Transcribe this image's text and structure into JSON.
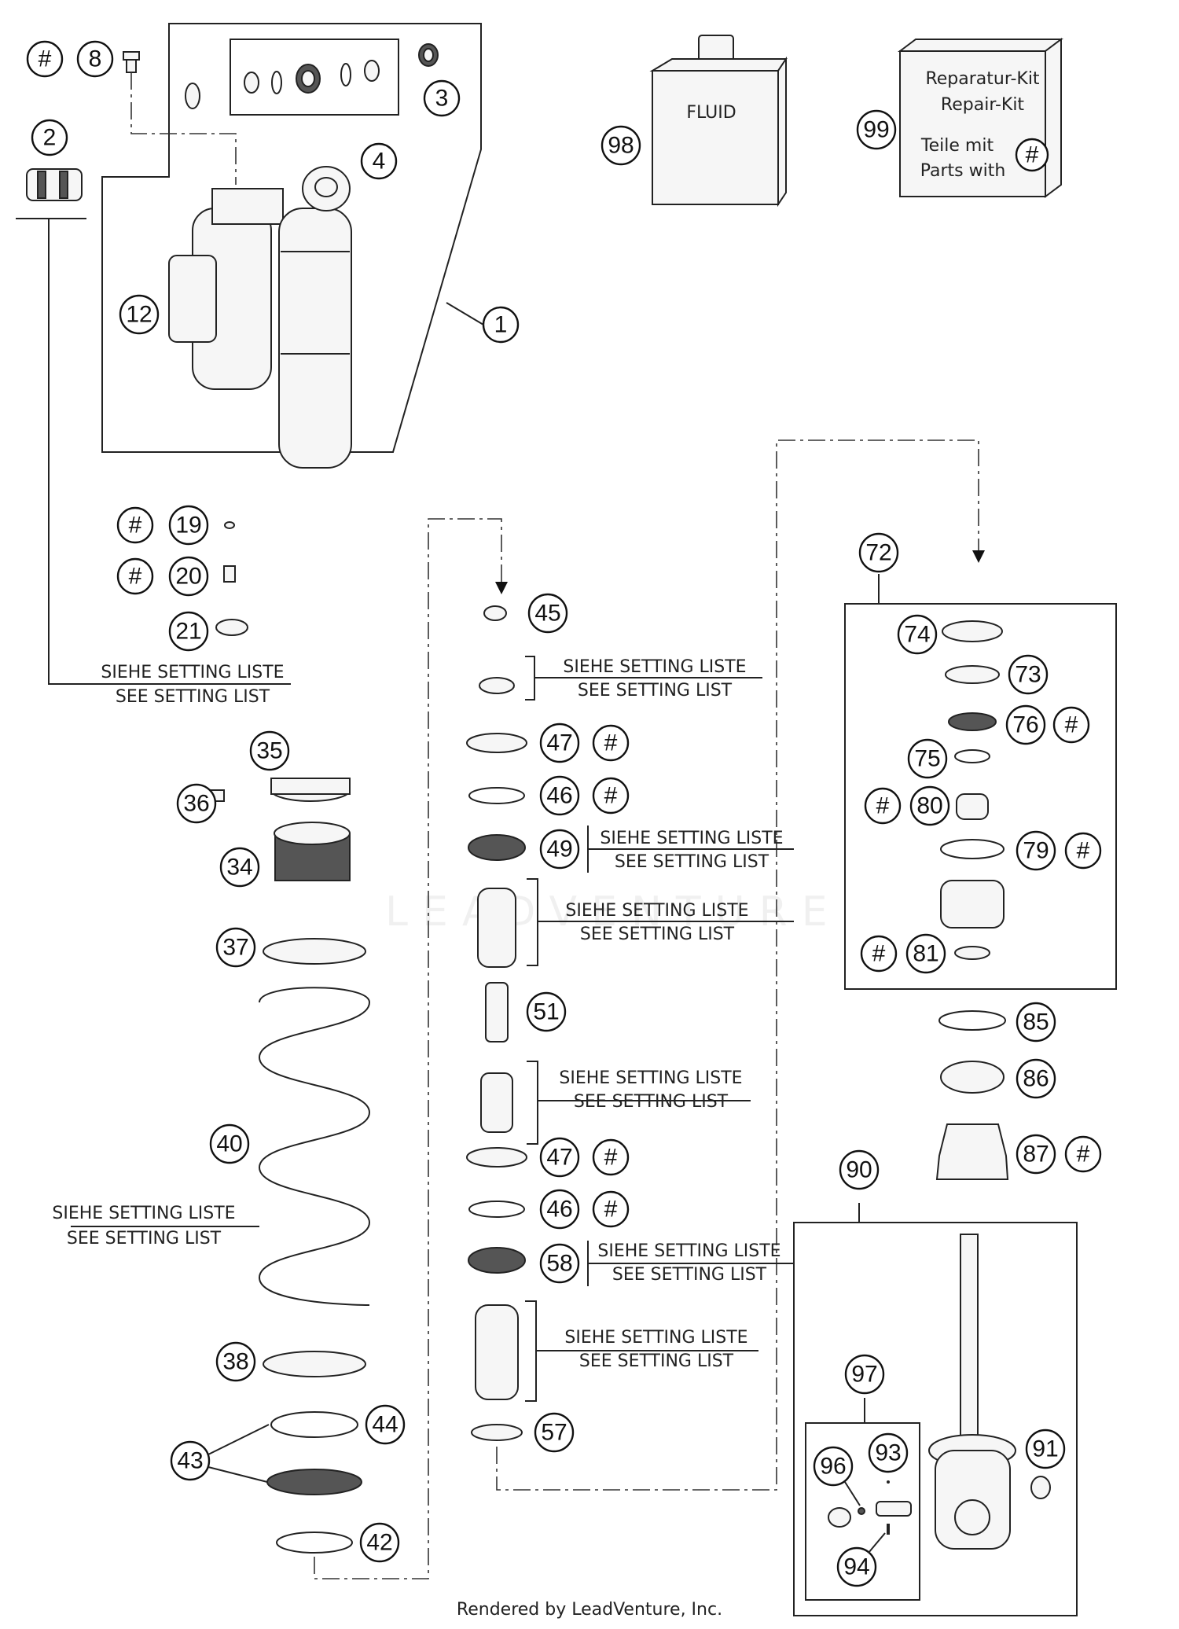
{
  "diagram": {
    "credit": "Rendered by LeadVenture, Inc.",
    "watermark": "LEADVENTURE",
    "fluid_label": "FLUID",
    "repair_kit": {
      "line1": "Reparatur-Kit",
      "line2": "Repair-Kit",
      "line3": "Teile mit",
      "line4": "Parts with",
      "symbol": "#"
    },
    "setting_notes": {
      "de": "SIEHE SETTING LISTE",
      "en": "SEE SETTING LIST"
    },
    "callouts": [
      "#",
      "8",
      "2",
      "3",
      "4",
      "1",
      "12",
      "98",
      "99",
      "19",
      "20",
      "21",
      "35",
      "36",
      "34",
      "37",
      "40",
      "38",
      "44",
      "43",
      "42",
      "45",
      "47",
      "46",
      "49",
      "51",
      "58",
      "57",
      "72",
      "74",
      "73",
      "76",
      "75",
      "80",
      "79",
      "81",
      "85",
      "86",
      "87",
      "90",
      "97",
      "96",
      "93",
      "94",
      "91"
    ]
  }
}
